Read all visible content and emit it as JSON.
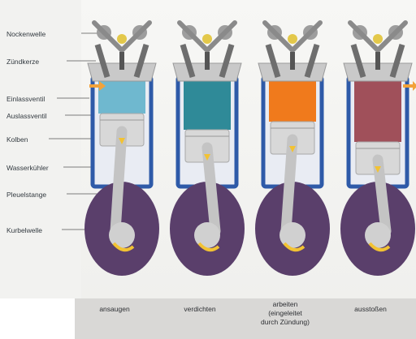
{
  "parts": [
    {
      "key": "nockenwelle",
      "label": "Nockenwelle"
    },
    {
      "key": "zuendkerze",
      "label": "Zündkerze"
    },
    {
      "key": "einlassventil",
      "label": "Einlassventil"
    },
    {
      "key": "auslassventil",
      "label": "Auslassventil"
    },
    {
      "key": "kolben",
      "label": "Kolben"
    },
    {
      "key": "wasserkuehler",
      "label": "Wasserkühler"
    },
    {
      "key": "pleuelstange",
      "label": "Pleuelstange"
    },
    {
      "key": "kurbelwelle",
      "label": "Kurbelwelle"
    }
  ],
  "strokes": [
    {
      "label": "ansaugen",
      "chamber_color": "#6fb8cf"
    },
    {
      "label": "verdichten",
      "chamber_color": "#2f8a98"
    },
    {
      "label": "arbeiten\n(eingeleitet\ndurch Zündung)",
      "chamber_color": "#f07a1c"
    },
    {
      "label": "ausstoßen",
      "chamber_color": "#a0505a"
    }
  ],
  "colors": {
    "crankcase": "#5a3f6b",
    "cylinder_wall": "#2e5aa8",
    "metal": "#d8d8d8",
    "arrow": "#f2c233"
  }
}
